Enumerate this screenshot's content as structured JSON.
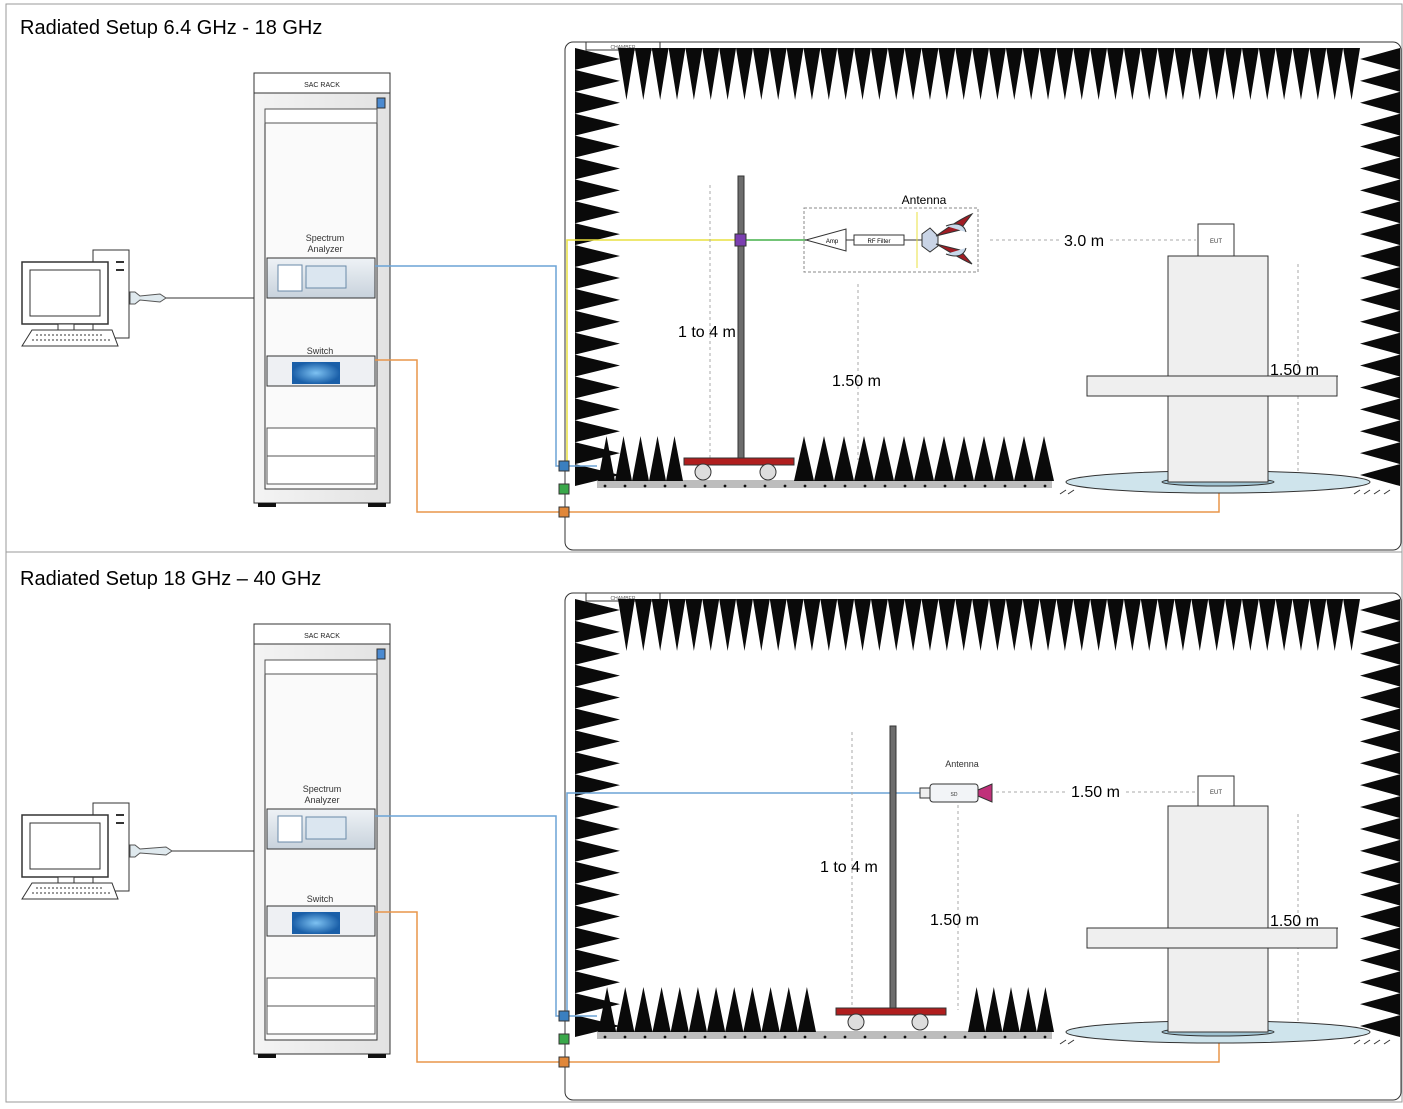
{
  "panels": [
    {
      "title": "Radiated Setup 6.4 GHz - 18 GHz",
      "rack_label": "SAC RACK",
      "analyzer_label_1": "Spectrum",
      "analyzer_label_2": "Analyzer",
      "switch_label": "Switch",
      "chamber_tag": "CHAMBER",
      "antenna_label": "Antenna",
      "amp_label": "Amp",
      "filter_label": "RF Filter",
      "eut_label": "EUT",
      "mast_height_label": "1 to 4 m",
      "antenna_height_label": "1.50 m",
      "distance_label": "3.0 m",
      "eut_height_label": "1.50 m"
    },
    {
      "title": "Radiated Setup 18 GHz – 40 GHz",
      "rack_label": "SAC RACK",
      "analyzer_label_1": "Spectrum",
      "analyzer_label_2": "Analyzer",
      "switch_label": "Switch",
      "chamber_tag": "CHAMBER",
      "antenna_label": "Antenna",
      "horn_label": "SD",
      "eut_label": "EUT",
      "mast_height_label": "1 to 4 m",
      "antenna_height_label": "1.50 m",
      "distance_label": "1.50 m",
      "eut_height_label": "1.50 m"
    }
  ],
  "colors": {
    "blue_cable": "#6ba3d6",
    "orange_cable": "#e8954a",
    "yellow_cable": "#e9e040",
    "green_cable": "#45b04a",
    "absorber": "#0a0a0a",
    "turntable": "#cfe4ec",
    "cart": "#b01e1e"
  }
}
